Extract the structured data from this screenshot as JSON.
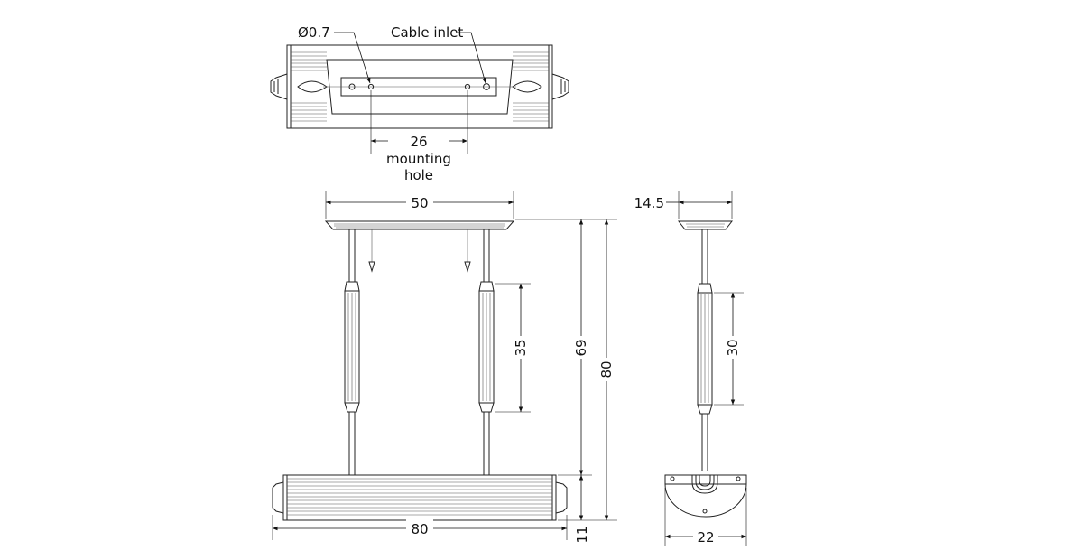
{
  "colors": {
    "line": "#222222",
    "background": "#ffffff"
  },
  "top_view": {
    "hole_label": "Ø0.7",
    "cable_label": "Cable inlet",
    "mounting_value": "26",
    "mounting_text_1": "mounting",
    "mounting_text_2": "hole"
  },
  "front_view": {
    "canopy_width": "50",
    "arm_length": "35",
    "height_total": "69",
    "height_max": "80",
    "lamp_width": "80",
    "lamp_height": "11"
  },
  "side_view": {
    "canopy_depth": "14.5",
    "arm_length": "30",
    "lamp_depth": "22"
  }
}
